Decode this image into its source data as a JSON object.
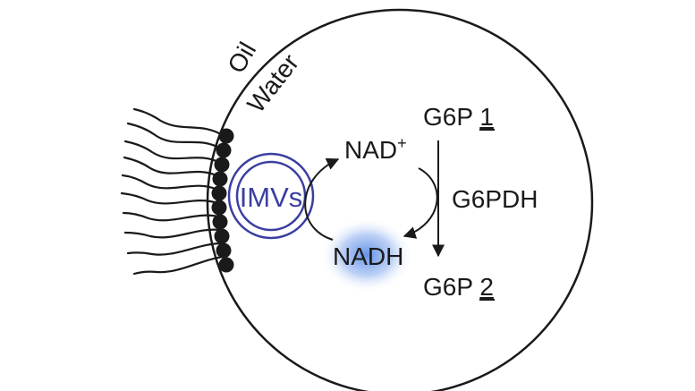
{
  "labels": {
    "oil": "Oil",
    "water": "Water",
    "imvs": "IMVs",
    "nad": "NAD",
    "nad_charge": "+",
    "nadh": "NADH",
    "g6p_top_prefix": "G6P ",
    "g6p_top_number": "1",
    "g6p_bottom_prefix": "G6P ",
    "g6p_bottom_number": "2",
    "enzyme": "G6PDH"
  },
  "colors": {
    "ink": "#1a1a1a",
    "imv_blue": "#3a3fa0",
    "glow_blue": "#4a7fe0"
  }
}
